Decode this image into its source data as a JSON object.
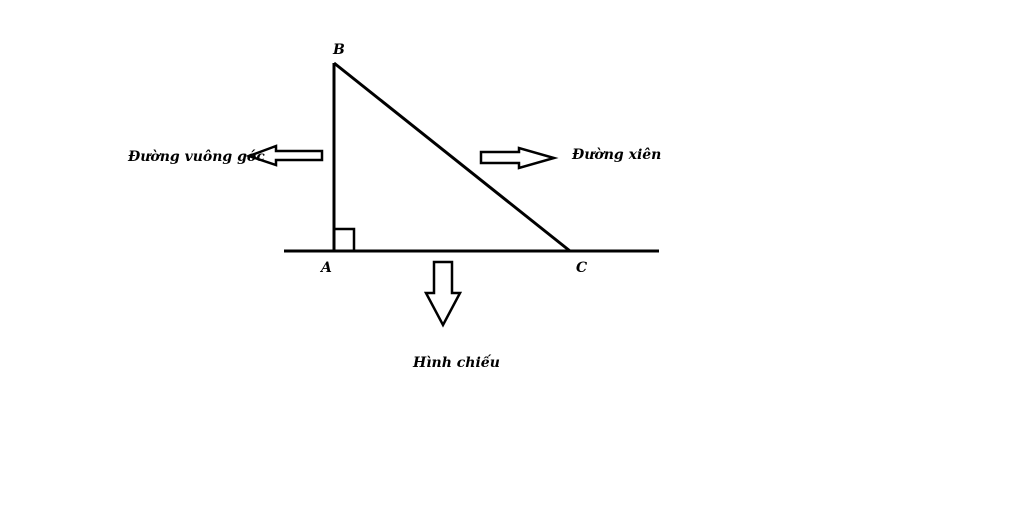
{
  "points": {
    "a": "A",
    "b": "B",
    "c": "C"
  },
  "labels": {
    "perpendicular": "Đường vuông góc",
    "oblique": "Đường xiên",
    "projection": "Hình chiếu"
  },
  "colors": {
    "stroke": "#000000",
    "background": "#ffffff"
  }
}
